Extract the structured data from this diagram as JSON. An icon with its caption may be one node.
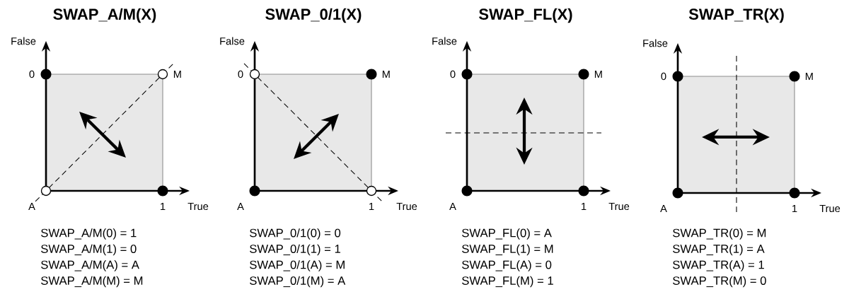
{
  "diagram": {
    "labels": [
      "SWAP_A/M(X)",
      "False",
      "0",
      "M",
      "A",
      "1",
      "True",
      "SWAP_A/M(0) = 1",
      "SWAP_A/M(1) = 0",
      "SWAP_A/M(A) = A",
      "SWAP_A/M(M) = M",
      "SWAP_0/1(X)",
      "False",
      "0",
      "M",
      "A",
      "1",
      "True",
      "SWAP_0/1(0) = 0",
      "SWAP_0/1(1) = 1",
      "SWAP_0/1(A) = M",
      "SWAP_0/1(M) = A",
      "SWAP_FL(X)",
      "False",
      "0",
      "M",
      "A",
      "1",
      "True",
      "SWAP_FL(0) = A",
      "SWAP_FL(1) = M",
      "SWAP_FL(A) = 0",
      "SWAP_FL(M) = 1",
      "SWAP_TR(X)",
      "False",
      "0",
      "M",
      "A",
      "1",
      "True",
      "SWAP_TR(0) = M",
      "SWAP_TR(1) = A",
      "SWAP_TR(A) = 1",
      "SWAP_TR(M) = 0"
    ]
  }
}
